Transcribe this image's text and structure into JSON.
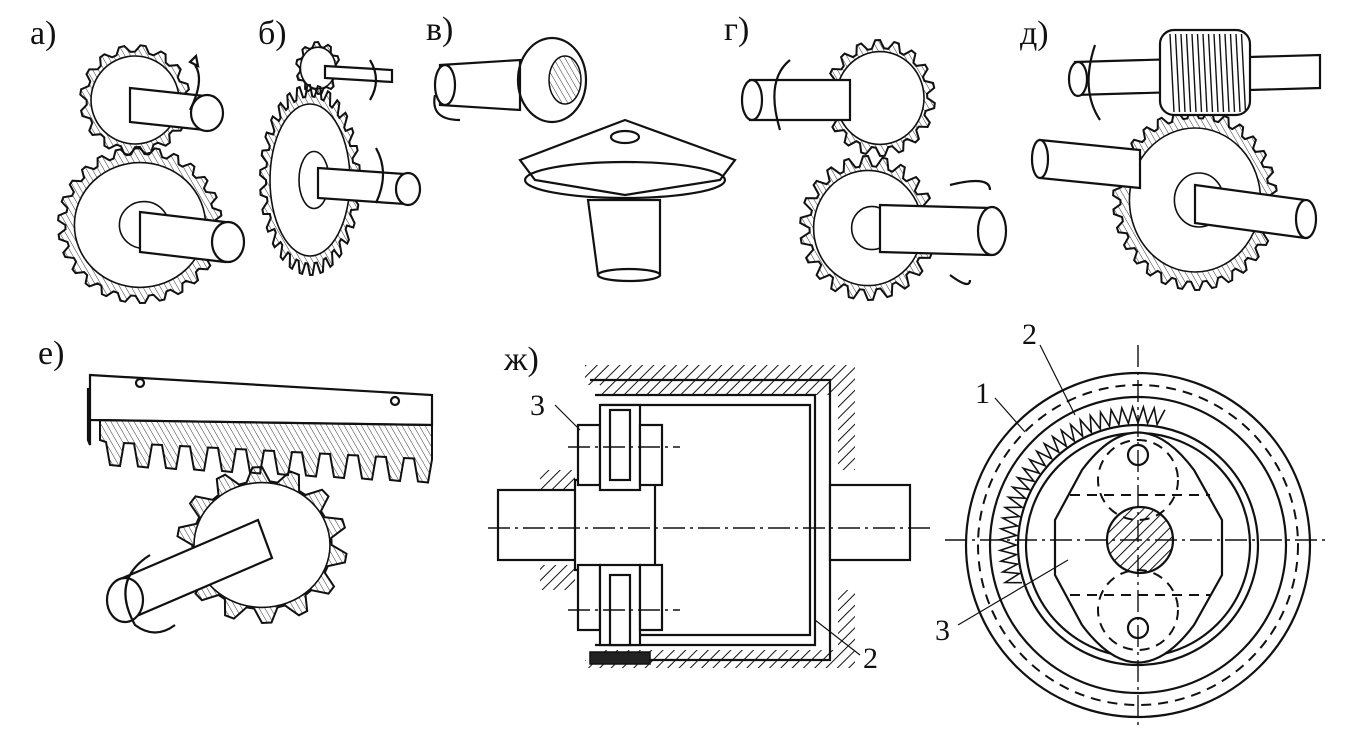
{
  "panels": {
    "a": {
      "label": "а)"
    },
    "b": {
      "label": "б)"
    },
    "v": {
      "label": "в)"
    },
    "g": {
      "label": "г)"
    },
    "d": {
      "label": "д)"
    },
    "e": {
      "label": "е)"
    },
    "zh": {
      "label": "ж)",
      "callouts": [
        "3",
        "2"
      ]
    },
    "round": {
      "callouts": [
        "1",
        "2",
        "3"
      ]
    }
  }
}
